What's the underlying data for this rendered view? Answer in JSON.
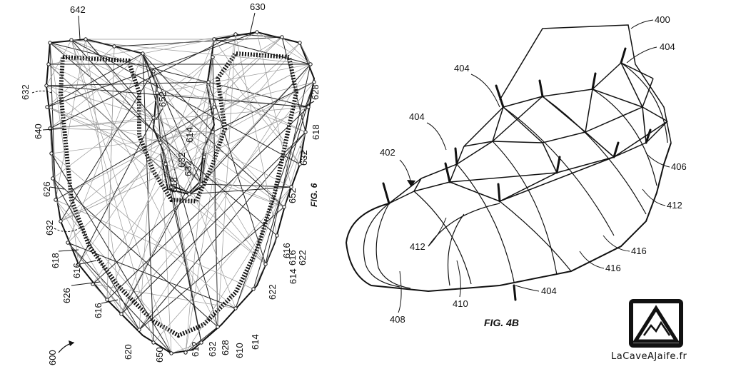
{
  "figure_6": {
    "caption": "FIG. 6",
    "ref_numerals": [
      "642",
      "630",
      "632",
      "652",
      "628",
      "640",
      "614",
      "618",
      "632",
      "632",
      "632",
      "626",
      "618",
      "652",
      "632",
      "616",
      "618",
      "616",
      "616",
      "622",
      "626",
      "614",
      "622",
      "616",
      "620",
      "650",
      "612",
      "632",
      "628",
      "610",
      "614",
      "600"
    ]
  },
  "figure_4b": {
    "caption": "FIG. 4B",
    "ref_numerals": [
      "400",
      "404",
      "404",
      "404",
      "402",
      "406",
      "412",
      "412",
      "416",
      "416",
      "408",
      "410",
      "404"
    ]
  },
  "watermark": {
    "text": "LaCaveAJaife.fr"
  }
}
